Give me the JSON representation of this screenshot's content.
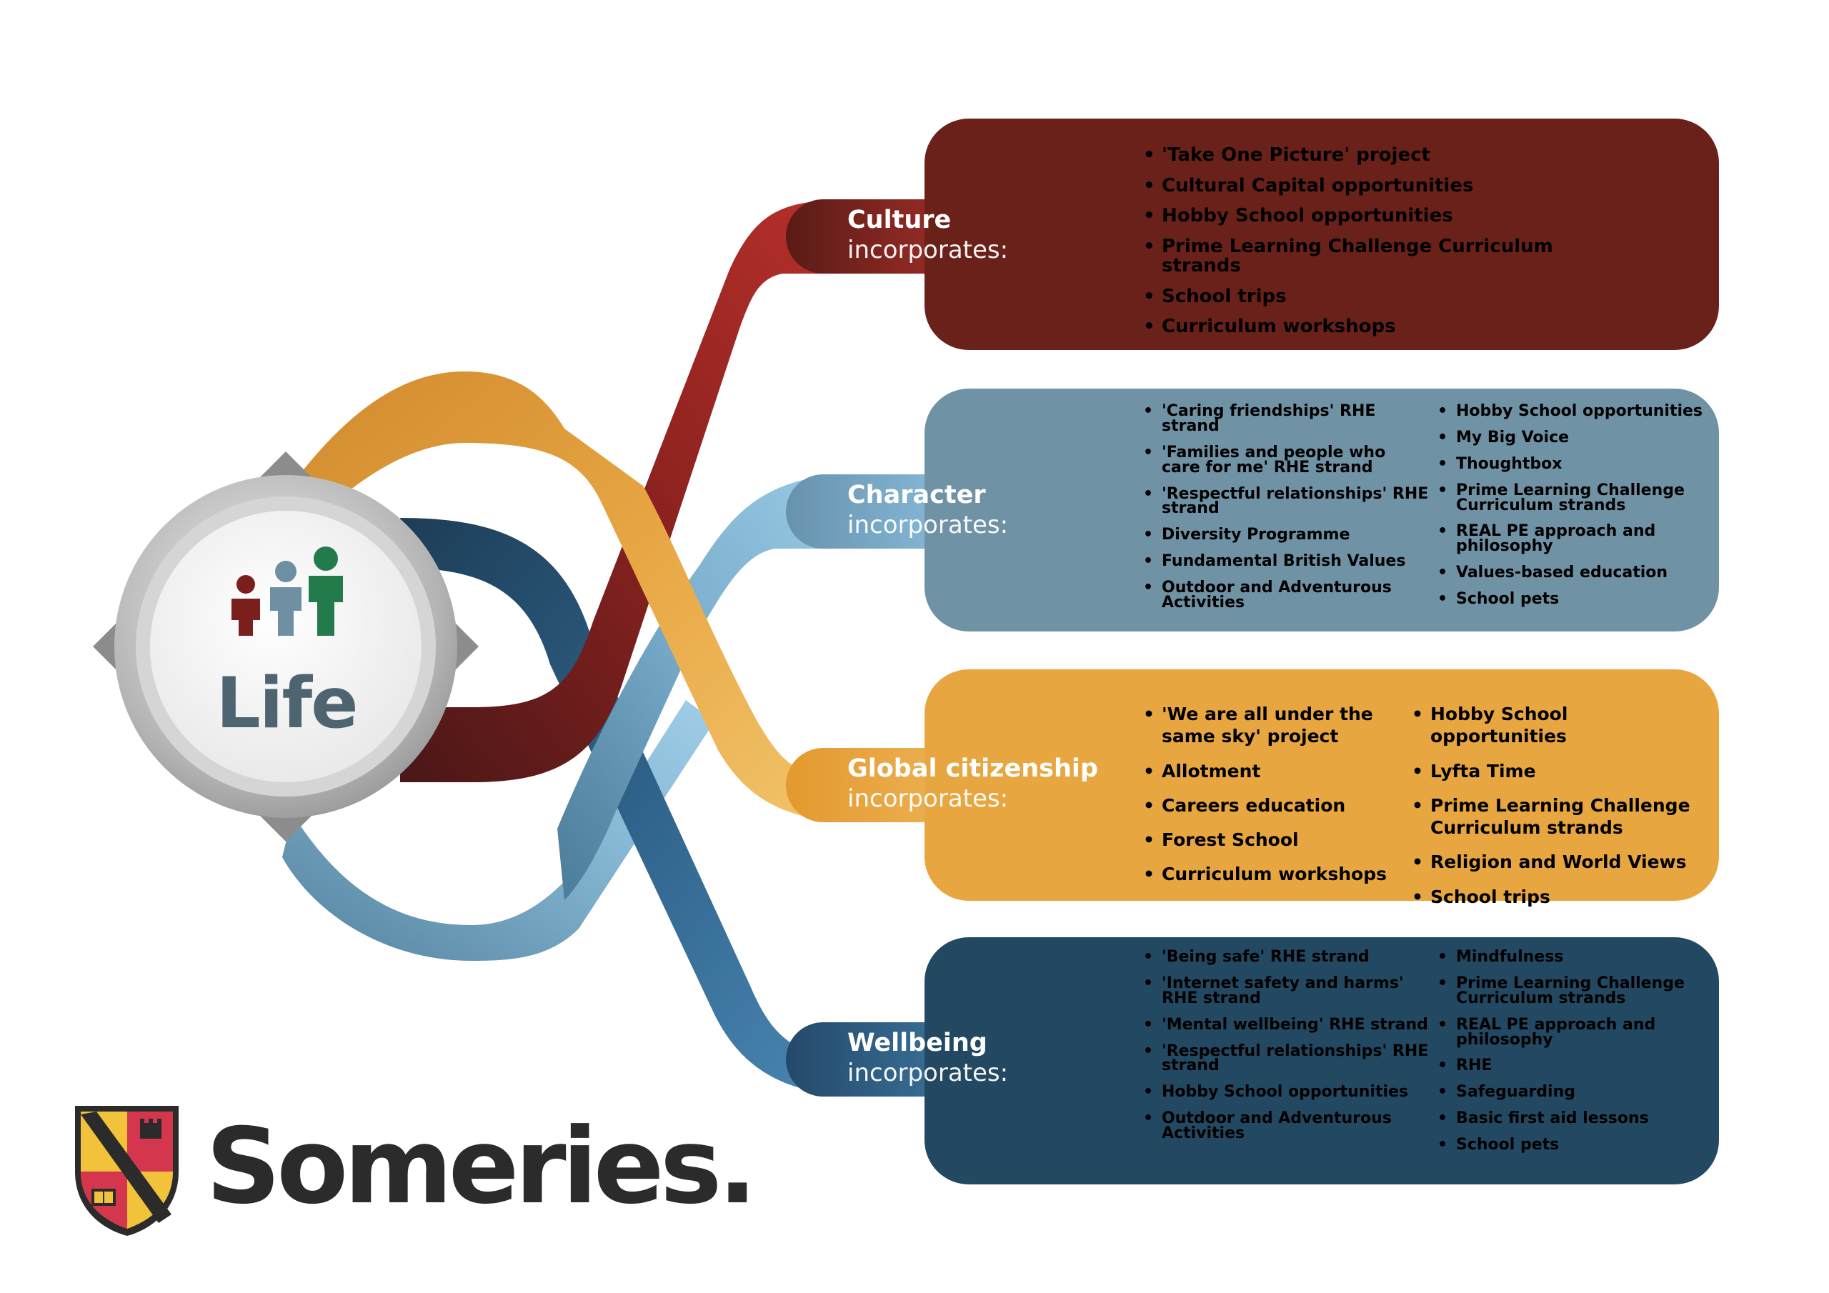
{
  "centre": {
    "label": "Life",
    "icon": "people-icon"
  },
  "brand": {
    "name": "Someries.",
    "crest": "school-crest-icon"
  },
  "colors": {
    "culture": "#6a2119",
    "culture_ribbon": "#b02e29",
    "character": "#6f8fa2",
    "character_ribbon": "#92c6e4",
    "global": "#e6a43f",
    "global_ribbon": "#f0c066",
    "wellbeing": "#234862",
    "wellbeing_ribbon": "#4a86b0"
  },
  "sections": {
    "culture": {
      "title": "Culture",
      "subtitle": "incorporates:",
      "items": [
        "'Take One Picture' project",
        "Cultural Capital opportunities",
        "Hobby School opportunities",
        "Prime Learning Challenge Curriculum strands",
        "School trips",
        "Curriculum workshops"
      ]
    },
    "character": {
      "title": "Character",
      "subtitle": "incorporates:",
      "items_left": [
        "'Caring friendships' RHE strand",
        "'Families and people who care for me' RHE strand",
        "'Respectful relationships' RHE strand",
        "Diversity Programme",
        "Fundamental British Values",
        "Outdoor and Adventurous Activities"
      ],
      "items_right": [
        "Hobby School opportunities",
        "My Big Voice",
        "Thoughtbox",
        "Prime Learning Challenge Curriculum strands",
        "REAL PE approach and philosophy",
        "Values-based education",
        "School pets"
      ]
    },
    "global": {
      "title": "Global citizenship",
      "subtitle": "incorporates:",
      "items_left": [
        "'We are all under the same sky' project",
        "Allotment",
        "Careers education",
        "Forest School",
        "Curriculum workshops"
      ],
      "items_right": [
        "Hobby School opportunities",
        "Lyfta Time",
        "Prime Learning Challenge Curriculum strands",
        "Religion and World Views",
        "School trips"
      ]
    },
    "wellbeing": {
      "title": "Wellbeing",
      "subtitle": "incorporates:",
      "items_left": [
        "'Being safe' RHE strand",
        "'Internet safety and harms' RHE strand",
        "'Mental wellbeing' RHE strand",
        "'Respectful relationships' RHE strand",
        "Hobby School opportunities",
        "Outdoor and Adventurous Activities"
      ],
      "items_right": [
        "Mindfulness",
        "Prime Learning Challenge Curriculum strands",
        "REAL PE approach and philosophy",
        "RHE",
        "Safeguarding",
        "Basic first aid lessons",
        "School pets"
      ]
    }
  }
}
